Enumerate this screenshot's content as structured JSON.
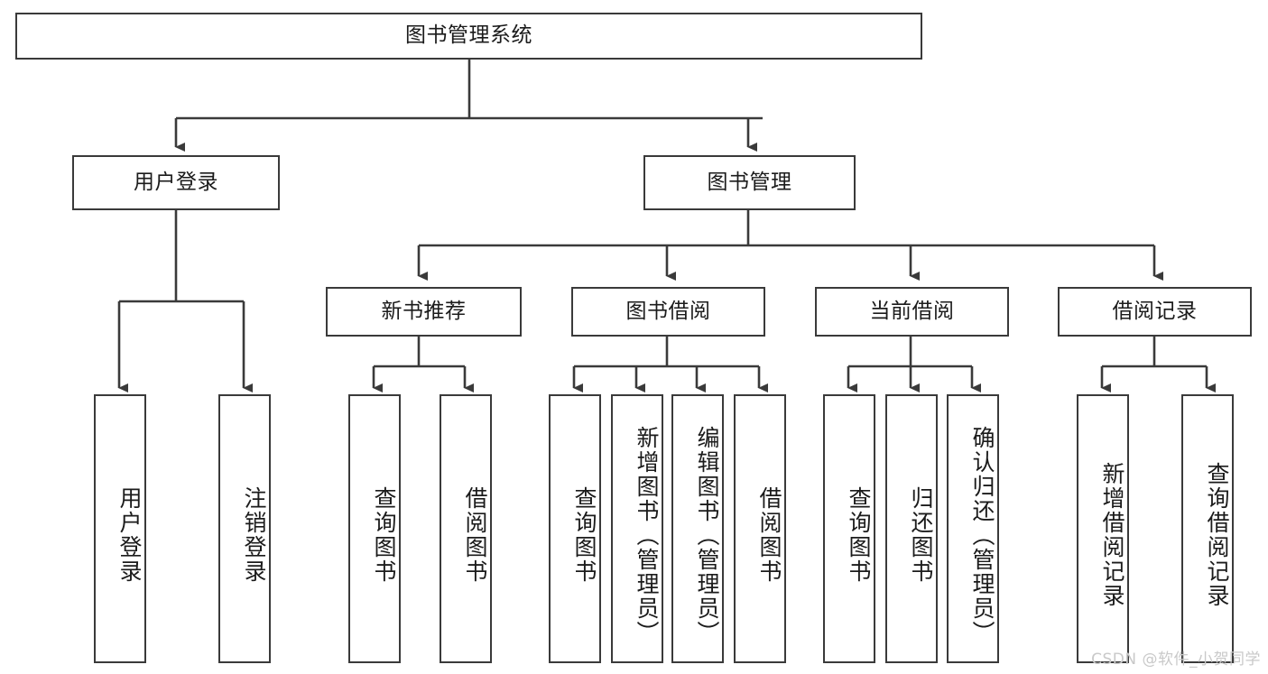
{
  "diagram": {
    "title": "图书管理系统",
    "type": "hierarchy-tree",
    "watermark": "CSDN @软件_小贺同学",
    "colors": {
      "stroke": "#3a3a3a",
      "fill": "#ffffff",
      "text": "#1b1b1b",
      "watermark": "#c9c9c9"
    },
    "root": {
      "id": "root",
      "label": "图书管理系统"
    },
    "level2": [
      {
        "id": "user-login",
        "label": "用户登录"
      },
      {
        "id": "book-manage",
        "label": "图书管理"
      }
    ],
    "level3": [
      {
        "id": "new-book-recommend",
        "label": "新书推荐"
      },
      {
        "id": "book-borrow",
        "label": "图书借阅"
      },
      {
        "id": "current-borrow",
        "label": "当前借阅"
      },
      {
        "id": "borrow-record",
        "label": "借阅记录"
      }
    ],
    "leaves": {
      "user-login": [
        {
          "id": "leaf-user-login",
          "label": "用户登录"
        },
        {
          "id": "leaf-logout",
          "label": "注销登录"
        }
      ],
      "new-book-recommend": [
        {
          "id": "leaf-query-book-1",
          "label": "查询图书"
        },
        {
          "id": "leaf-borrow-book-1",
          "label": "借阅图书"
        }
      ],
      "book-borrow": [
        {
          "id": "leaf-query-book-2",
          "label": "查询图书"
        },
        {
          "id": "leaf-add-book",
          "label": "新增图书（管理员）"
        },
        {
          "id": "leaf-edit-book",
          "label": "编辑图书（管理员）"
        },
        {
          "id": "leaf-borrow-book-2",
          "label": "借阅图书"
        }
      ],
      "current-borrow": [
        {
          "id": "leaf-query-book-3",
          "label": "查询图书"
        },
        {
          "id": "leaf-return-book",
          "label": "归还图书"
        },
        {
          "id": "leaf-confirm-return",
          "label": "确认归还（管理员）"
        }
      ],
      "borrow-record": [
        {
          "id": "leaf-add-record",
          "label": "新增借阅记录"
        },
        {
          "id": "leaf-query-record",
          "label": "查询借阅记录"
        }
      ]
    }
  }
}
